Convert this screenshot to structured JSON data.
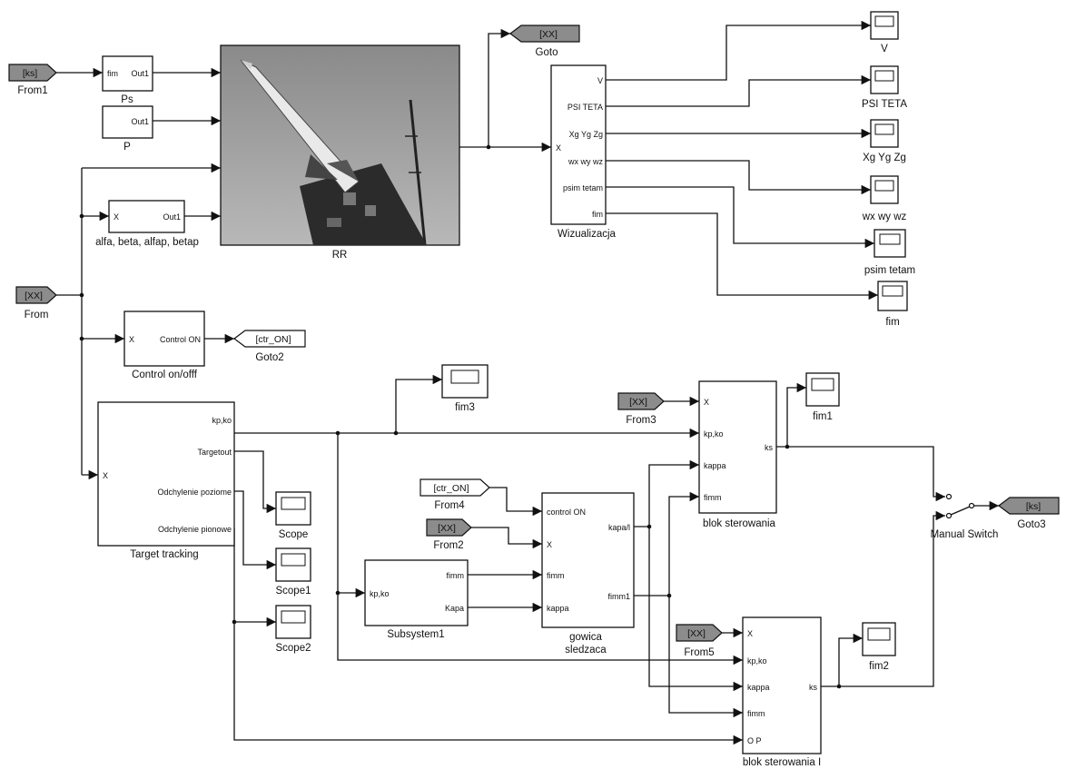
{
  "diagram": {
    "rocket_block": {
      "label": "RR"
    },
    "blocks": {
      "ps": {
        "label": "Ps",
        "in": "fim",
        "out": "Out1"
      },
      "p": {
        "label": "P",
        "out": "Out1"
      },
      "alfa": {
        "label": "alfa, beta, alfap, betap",
        "in": "X",
        "out": "Out1"
      },
      "wiz": {
        "label": "Wizualizacja",
        "in": "X",
        "outs": [
          "V",
          "PSI TETA",
          "Xg Yg Zg",
          "wx wy wz",
          "psim tetam",
          "fim"
        ]
      },
      "ctrl": {
        "label": "Control on/offf",
        "in": "X",
        "out": "Control ON"
      },
      "tt": {
        "label": "Target tracking",
        "in": "X",
        "outs": [
          "kp,ko",
          "Targetout",
          "Odchylenie poziome",
          "Odchylenie pionowe"
        ]
      },
      "sub": {
        "label": "Subsystem1",
        "in": "kp,ko",
        "outs": [
          "fimm",
          "Kapa"
        ]
      },
      "gow": {
        "label1": "gowica",
        "label2": "sledzaca",
        "ins": [
          "control ON",
          "X",
          "fimm",
          "kappa"
        ],
        "outs": [
          "kapa/l",
          "fimm1"
        ]
      },
      "bs": {
        "label": "blok sterowania",
        "ins": [
          "X",
          "kp,ko",
          "kappa",
          "fimm"
        ],
        "out": "ks"
      },
      "bs1": {
        "label": "blok sterowania I",
        "ins": [
          "X",
          "kp,ko",
          "kappa",
          "fimm",
          "O P"
        ],
        "out": "ks"
      }
    },
    "tags": {
      "from1": {
        "tag": "[ks]",
        "label": "From1"
      },
      "from": {
        "tag": "[XX]",
        "label": "From"
      },
      "goto": {
        "tag": "[XX]",
        "label": "Goto"
      },
      "goto2": {
        "tag": "[ctr_ON]",
        "label": "Goto2"
      },
      "from3": {
        "tag": "[XX]",
        "label": "From3"
      },
      "from4": {
        "tag": "[ctr_ON]",
        "label": "From4"
      },
      "from2": {
        "tag": "[XX]",
        "label": "From2"
      },
      "from5": {
        "tag": "[XX]",
        "label": "From5"
      },
      "goto3": {
        "tag": "[ks]",
        "label": "Goto3"
      }
    },
    "scopes": {
      "v": "V",
      "psiteta": "PSI TETA",
      "xyz": "Xg Yg Zg",
      "wxyz": "wx wy wz",
      "psim": "psim tetam",
      "fim": "fim",
      "fim3": "fim3",
      "fim1": "fim1",
      "fim2": "fim2",
      "scope": "Scope",
      "scope1": "Scope1",
      "scope2": "Scope2"
    },
    "switch_label": "Manual Switch"
  }
}
